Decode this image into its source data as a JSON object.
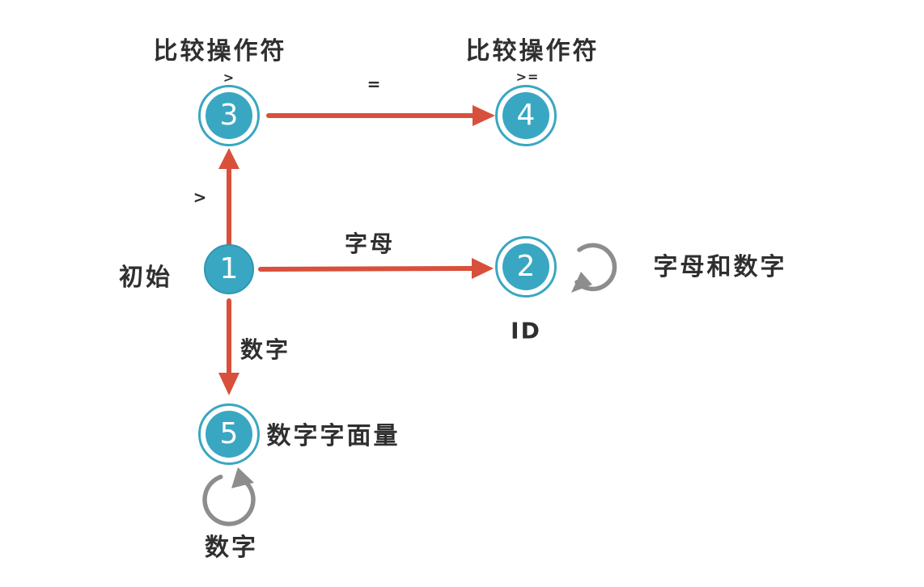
{
  "diagram": {
    "type": "state-diagram",
    "background": "#ffffff",
    "colors": {
      "state_fill": "#3AA7C2",
      "transition_arrow": "#D8503B",
      "self_loop": "#8D8D8D",
      "text": "#2F2F2F"
    },
    "states": {
      "s1": {
        "number": "1",
        "caption": "初始"
      },
      "s2": {
        "number": "2",
        "caption": "ID",
        "self_loop_label": "字母和数字"
      },
      "s3": {
        "number": "3",
        "caption": "比较操作符",
        "annotation": ">"
      },
      "s4": {
        "number": "4",
        "caption": "比较操作符",
        "annotation": ">="
      },
      "s5": {
        "number": "5",
        "caption": "数字字面量",
        "self_loop_label": "数字"
      }
    },
    "transitions": {
      "t_1_3": {
        "label": ">"
      },
      "t_3_4": {
        "label": "="
      },
      "t_1_2": {
        "label": "字母"
      },
      "t_1_5": {
        "label": "数字"
      }
    }
  }
}
